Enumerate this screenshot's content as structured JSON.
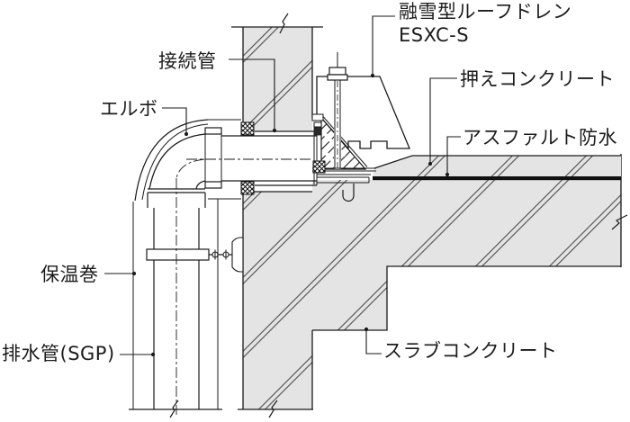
{
  "drawing": {
    "type": "architectural-detail-section",
    "colors": {
      "background": "#ffffff",
      "line": "#1a1a1a",
      "concrete_fill": "#e4e4e4",
      "waterproof_membrane": "#111111"
    },
    "labels": {
      "roof_drain": {
        "line1": "融雪型ルーフドレン",
        "line2": "ESXC-S"
      },
      "connection_pipe": "接続管",
      "elbow": "エルボ",
      "topping_concrete": "押えコンクリート",
      "asphalt_waterproofing": "アスファルト防水",
      "insulation_wrap": "保温巻",
      "drain_pipe": "排水管(SGP)",
      "slab_concrete": "スラブコンクリート"
    }
  }
}
